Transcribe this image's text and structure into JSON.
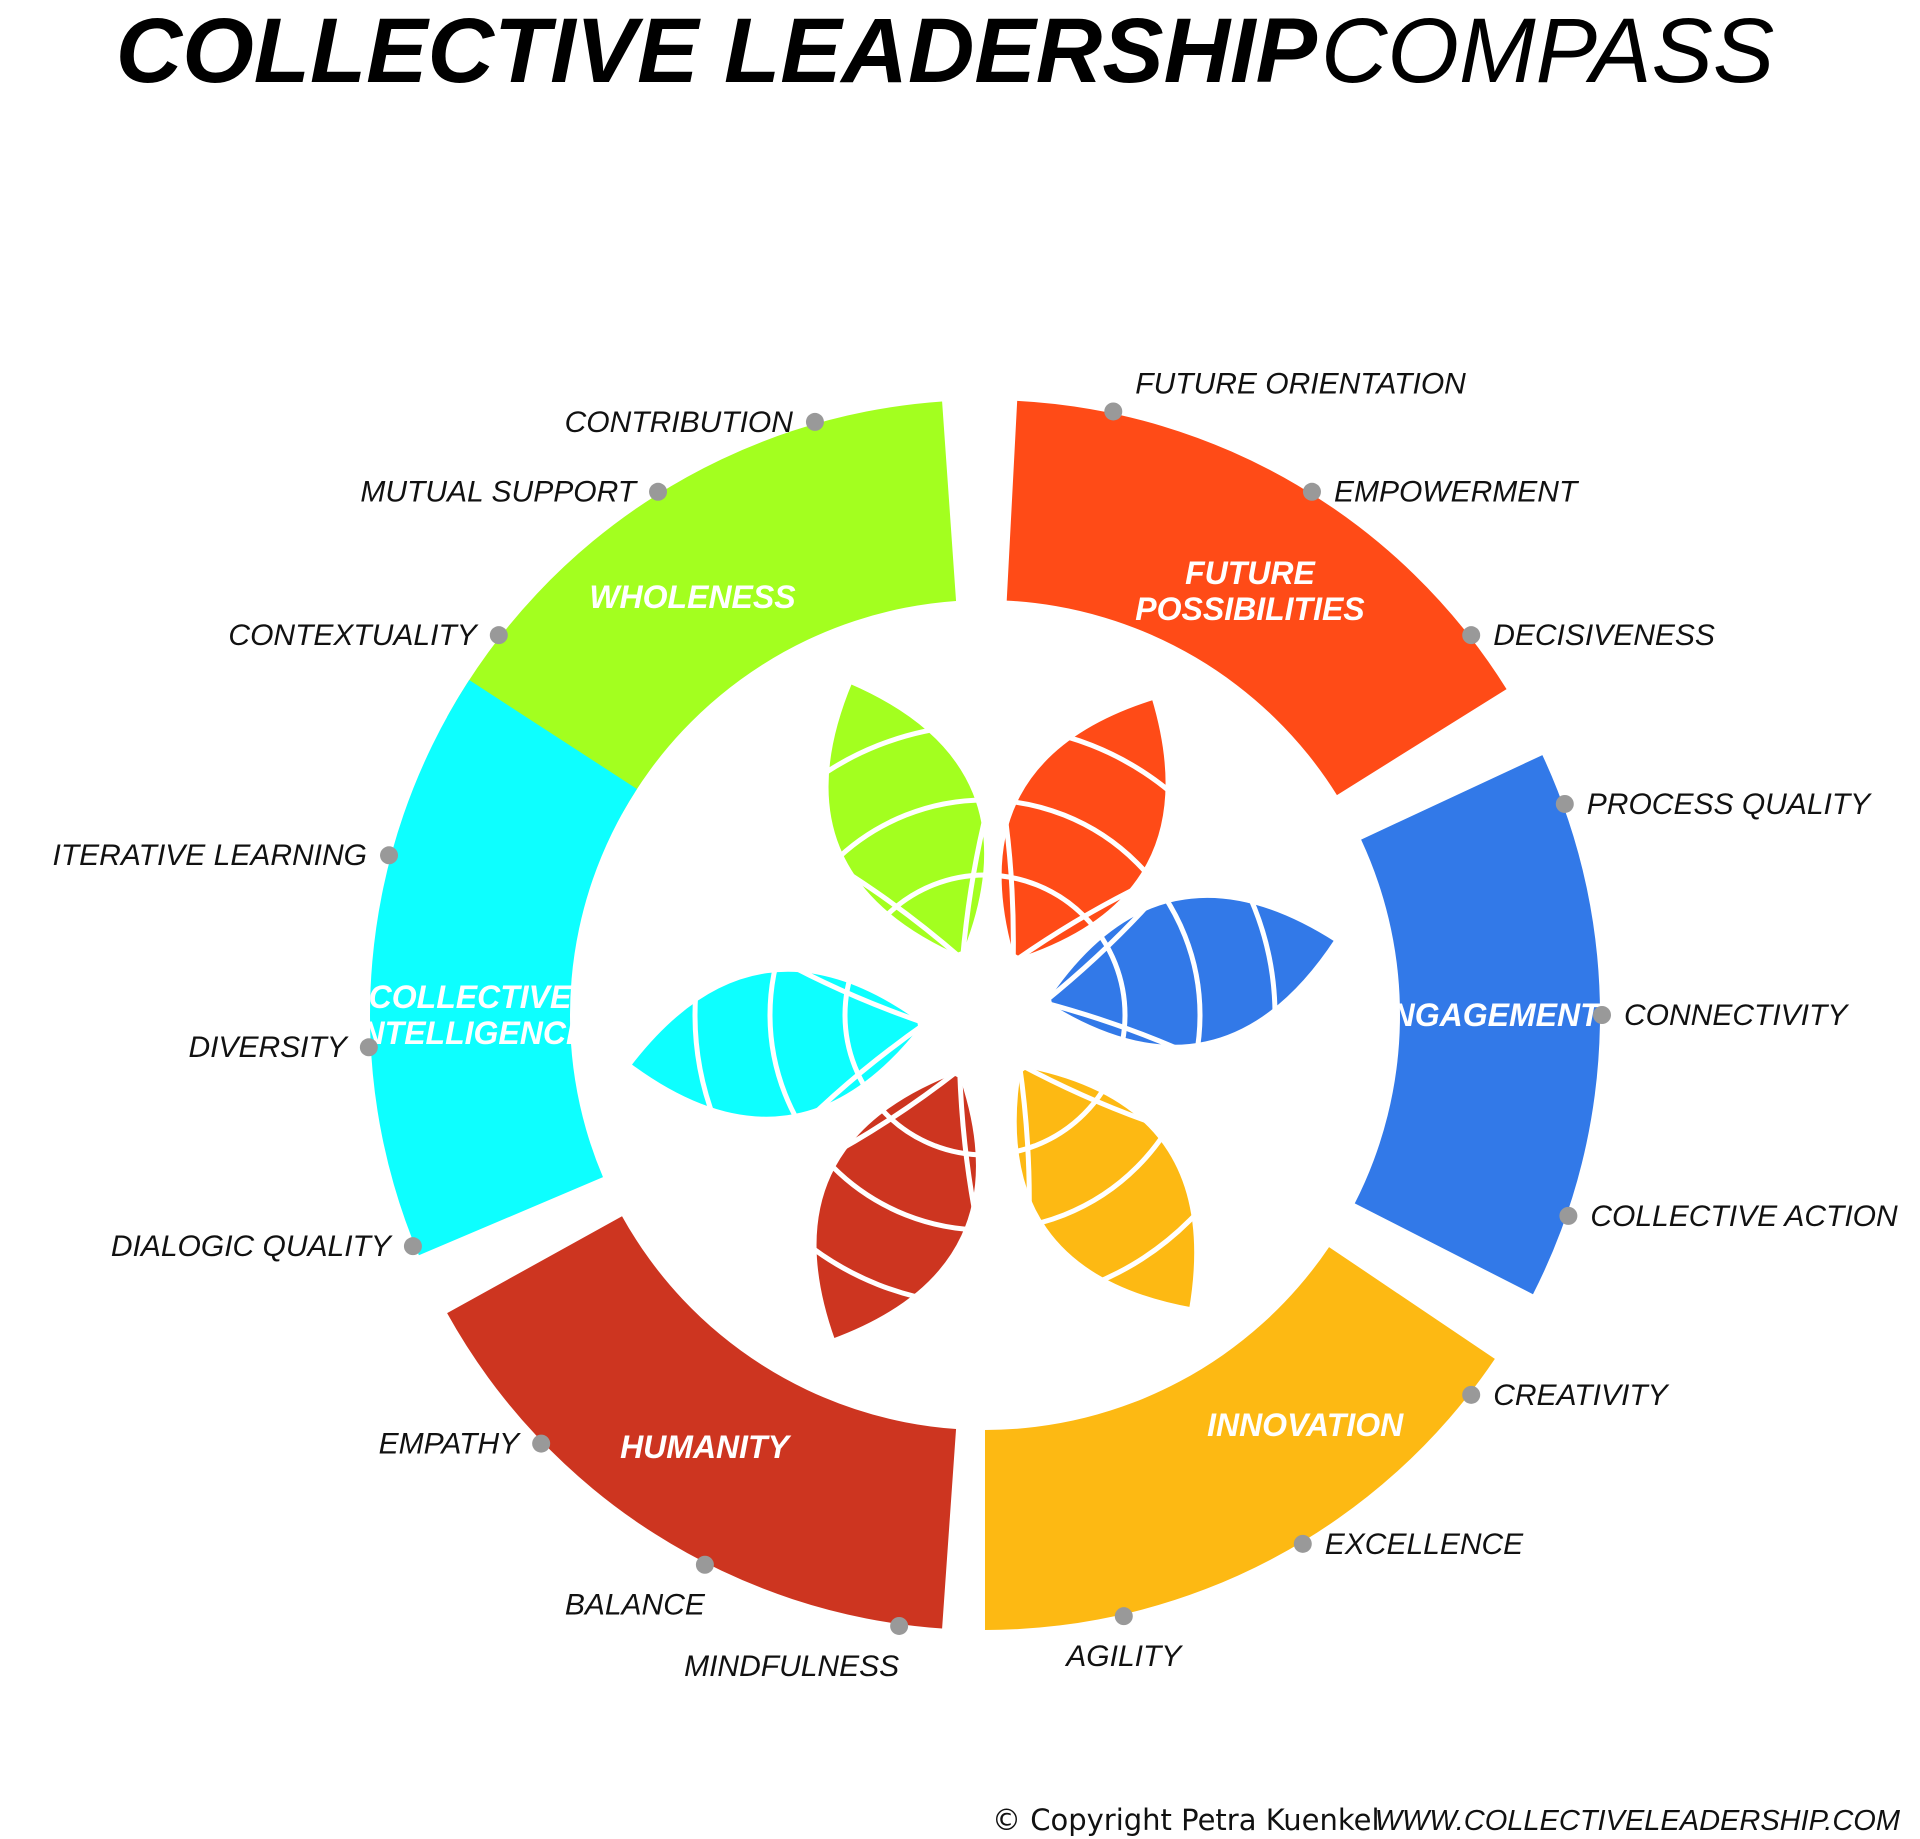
{
  "title": {
    "bold": "COLLECTIVE LEADERSHIP",
    "light": "COMPASS"
  },
  "dimensions": [
    {
      "id": "wholeness",
      "label_lines": [
        "WHOLENESS"
      ],
      "color": "#A3FF1F",
      "qualities": [
        "CONTRIBUTION",
        "MUTUAL SUPPORT",
        "CONTEXTUALITY"
      ]
    },
    {
      "id": "future-possibilities",
      "label_lines": [
        "FUTURE",
        "POSSIBILITIES"
      ],
      "color": "#FF4B17",
      "qualities": [
        "FUTURE ORIENTATION",
        "EMPOWERMENT",
        "DECISIVENESS"
      ]
    },
    {
      "id": "engagement",
      "label_lines": [
        "ENGAGEMENT"
      ],
      "color": "#3279E8",
      "qualities": [
        "PROCESS QUALITY",
        "CONNECTIVITY",
        "COLLECTIVE ACTION"
      ]
    },
    {
      "id": "innovation",
      "label_lines": [
        "INNOVATION"
      ],
      "color": "#FDB913",
      "qualities": [
        "CREATIVITY",
        "EXCELLENCE",
        "AGILITY"
      ]
    },
    {
      "id": "humanity",
      "label_lines": [
        "HUMANITY"
      ],
      "color": "#CD3520",
      "qualities": [
        "EMPATHY",
        "BALANCE",
        "MINDFULNESS"
      ]
    },
    {
      "id": "collective-intelligence",
      "label_lines": [
        "COLLECTIVE",
        "INTELLIGENCE"
      ],
      "color": "#0DFFFF",
      "qualities": [
        "ITERATIVE LEARNING",
        "DIVERSITY",
        "DIALOGIC QUALITY"
      ]
    }
  ],
  "dot_color": "#999999",
  "footer": {
    "copyright": "© Copyright Petra Kuenkel",
    "url": "WWW.COLLECTIVELEADERSHIP.COM"
  }
}
